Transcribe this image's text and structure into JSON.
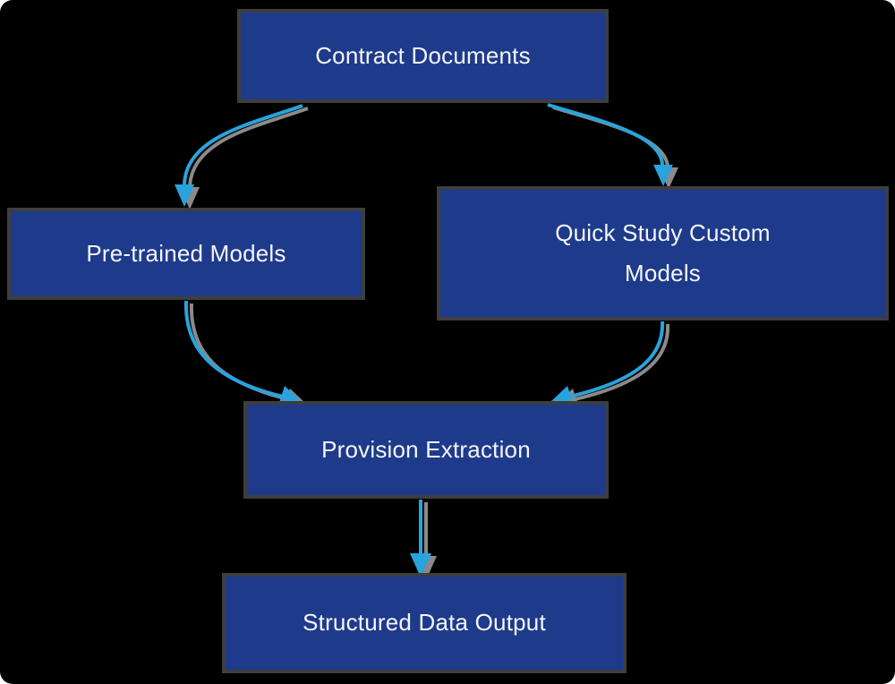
{
  "diagram": {
    "nodes": [
      {
        "id": "contract-documents",
        "label": "Contract Documents"
      },
      {
        "id": "pre-trained-models",
        "label": "Pre-trained Models"
      },
      {
        "id": "quick-study-custom-models",
        "label": "Quick Study Custom Models"
      },
      {
        "id": "provision-extraction",
        "label": "Provision Extraction"
      },
      {
        "id": "structured-data-output",
        "label": "Structured Data Output"
      }
    ],
    "edges": [
      {
        "from": "contract-documents",
        "to": "pre-trained-models"
      },
      {
        "from": "contract-documents",
        "to": "quick-study-custom-models"
      },
      {
        "from": "pre-trained-models",
        "to": "provision-extraction"
      },
      {
        "from": "quick-study-custom-models",
        "to": "provision-extraction"
      },
      {
        "from": "provision-extraction",
        "to": "structured-data-output"
      }
    ]
  },
  "colors": {
    "background": "#000000",
    "node_fill": "#1e3a8a",
    "node_border": "#3e3e3e",
    "node_text": "#f4f6fb",
    "arrow": "#29a3dc",
    "arrow_shadow": "#8a8a8a"
  }
}
